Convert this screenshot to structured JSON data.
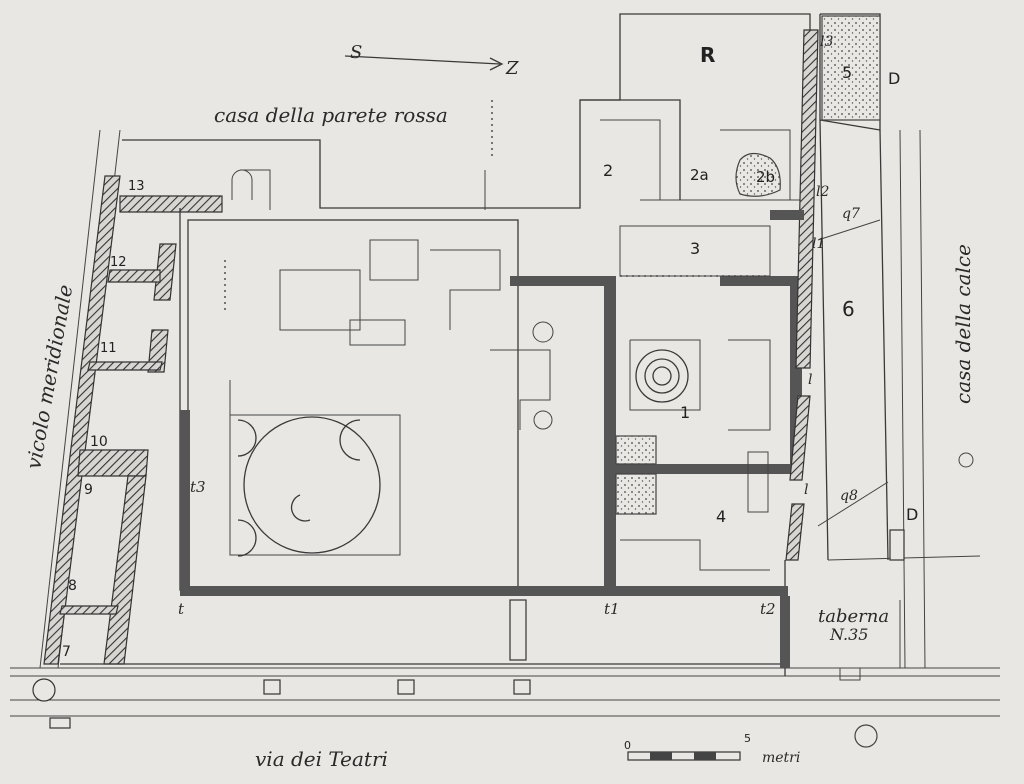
{
  "labels": {
    "north": "Z",
    "south": "S",
    "house_red_wall": "casa della parete rossa",
    "south_alley": "vicolo meridionale",
    "lime_house": "casa della calce",
    "theatre_street": "via dei Teatri",
    "shop": "taberna",
    "shop_number": "N.35",
    "scale_zero": "0",
    "scale_five": "5",
    "scale_unit": "metri"
  },
  "rooms": {
    "R": "R",
    "r1": "1",
    "r2": "2",
    "r2a": "2a",
    "r2b": "2b",
    "r3": "3",
    "r4": "4",
    "r5": "5",
    "r6": "6",
    "r7": "7",
    "r8": "8",
    "r9": "9",
    "r10": "10",
    "r11": "11",
    "r12": "12",
    "r13": "13",
    "D_top": "D",
    "D_bottom": "D"
  },
  "marks": {
    "l3": "l3",
    "l2": "l2",
    "l1": "l1",
    "l_a": "l",
    "l_b": "l",
    "q7": "q7",
    "q8": "q8",
    "t": "t",
    "t1": "t1",
    "t2": "t2",
    "t3": "t3"
  }
}
